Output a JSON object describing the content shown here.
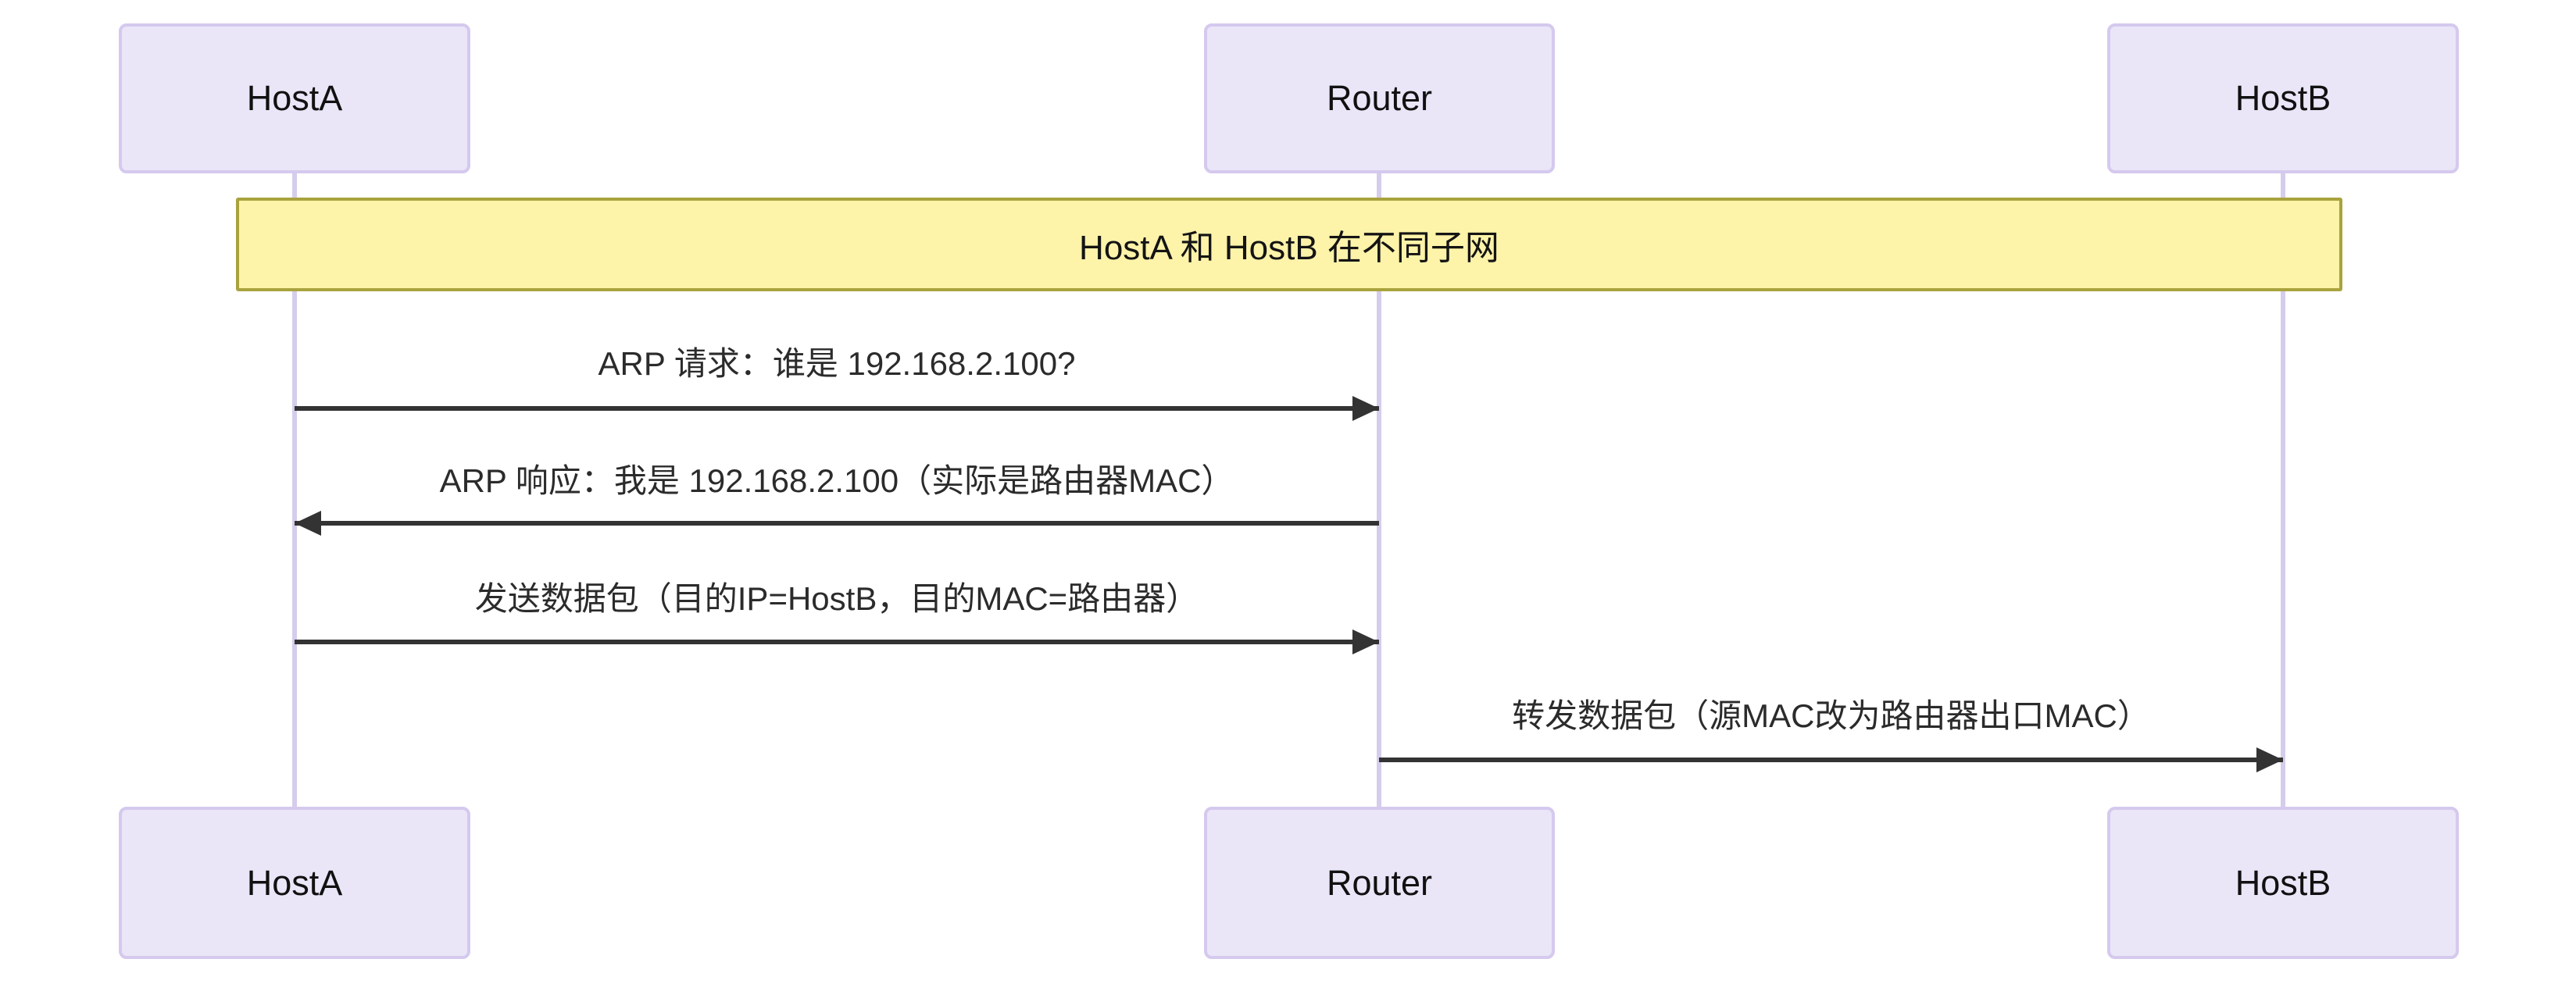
{
  "diagram": {
    "type": "sequence-diagram",
    "actors": [
      {
        "id": "hosta",
        "label": "HostA"
      },
      {
        "id": "router",
        "label": "Router"
      },
      {
        "id": "hostb",
        "label": "HostB"
      }
    ],
    "note": {
      "over": [
        "hosta",
        "hostb"
      ],
      "text": "HostA 和 HostB 在不同子网"
    },
    "messages": [
      {
        "from": "hosta",
        "to": "router",
        "direction": "right",
        "text": "ARP 请求：谁是 192.168.2.100?"
      },
      {
        "from": "router",
        "to": "hosta",
        "direction": "left",
        "text": "ARP 响应：我是 192.168.2.100（实际是路由器MAC）"
      },
      {
        "from": "hosta",
        "to": "router",
        "direction": "right",
        "text": "发送数据包（目的IP=HostB，目的MAC=路由器）"
      },
      {
        "from": "router",
        "to": "hostb",
        "direction": "right",
        "text": "转发数据包（源MAC改为路由器出口MAC）"
      }
    ],
    "colors": {
      "actor_fill": "#eae6f8",
      "actor_border": "#d5c9ee",
      "lifeline": "#d5cdeb",
      "note_fill": "#fdf3a9",
      "note_border": "#a9a33d",
      "arrow": "#333333",
      "background": "#ffffff"
    }
  }
}
